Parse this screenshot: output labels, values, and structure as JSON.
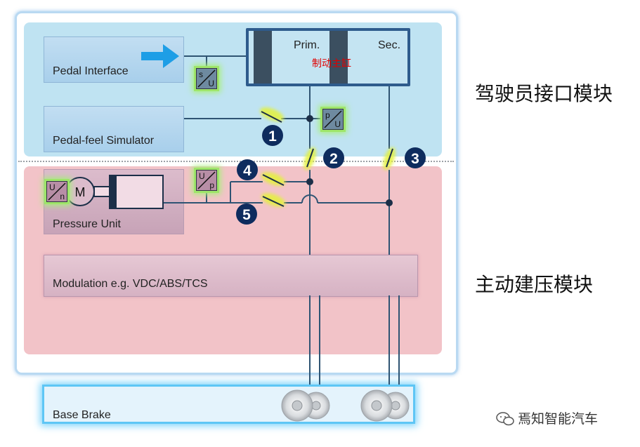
{
  "modules": {
    "driver_interface_title": "驾驶员接口模块",
    "active_pressure_title": "主动建压模块"
  },
  "blocks": {
    "pedal_interface": "Pedal Interface",
    "pedal_feel_simulator": "Pedal-feel Simulator",
    "pressure_unit": "Pressure Unit",
    "modulation": "Modulation e.g. VDC/ABS/TCS",
    "base_brake": "Base Brake",
    "motor": "M"
  },
  "master_cylinder": {
    "primary": "Prim.",
    "secondary": "Sec.",
    "name": "制动主缸"
  },
  "sensors": {
    "travel": {
      "top": "s",
      "bottom": "U"
    },
    "pressure": {
      "top": "p",
      "bottom": "U"
    },
    "motor": {
      "top": "U",
      "bottom": "n"
    },
    "pump": {
      "top": "U",
      "bottom": "p"
    }
  },
  "valves": [
    "1",
    "2",
    "3",
    "4",
    "5"
  ],
  "watermark": "焉知智能汽车",
  "colors": {
    "wire": "#2f5473",
    "badge": "#0e2c5e",
    "valve_glow": "#e4f23a",
    "sensor_glow": "#9ee56a",
    "arrow": "#1e9ee6"
  },
  "icons": [
    "arrow-right-icon",
    "motor-icon",
    "brake-disc-icon",
    "wechat-icon"
  ]
}
